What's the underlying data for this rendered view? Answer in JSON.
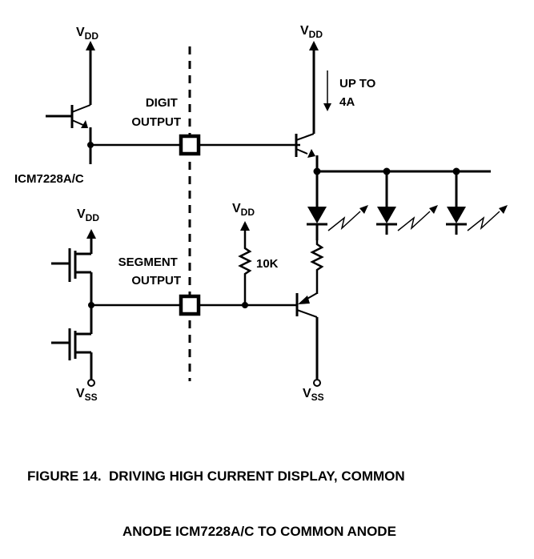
{
  "diagram": {
    "labels": {
      "vdd_main": "V",
      "vdd_sub": "DD",
      "vss_main": "V",
      "vss_sub": "SS",
      "digit_output_line1": "DIGIT",
      "digit_output_line2": "OUTPUT",
      "segment_output_line1": "SEGMENT",
      "segment_output_line2": "OUTPUT",
      "chip_name": "ICM7228A/C",
      "current_line1": "UP TO",
      "current_line2": "4A",
      "resistor_value": "10K"
    },
    "components": {
      "internal_digit_driver": "NPN transistor",
      "internal_segment_driver": "CMOS pair (PMOS/NMOS)",
      "external_digit_driver": "NPN transistor",
      "external_segment_driver": "PNP transistor",
      "pullup_resistor": "10K",
      "led_count": 3
    }
  },
  "caption": {
    "line1": "FIGURE 14.  DRIVING HIGH CURRENT DISPLAY, COMMON",
    "line2": "ANODE ICM7228A/C TO COMMON ANODE"
  }
}
